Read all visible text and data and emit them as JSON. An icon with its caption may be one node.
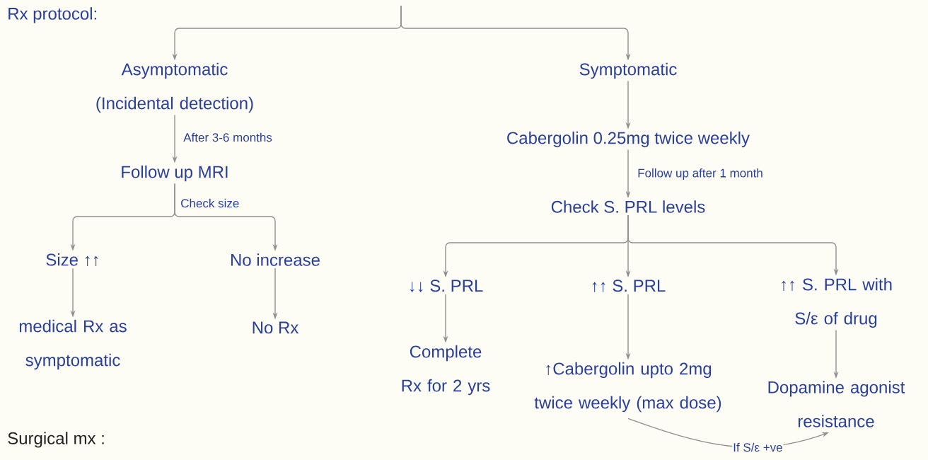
{
  "diagram": {
    "nodes": [
      {
        "text": [
          "Asymptomatic (Incidental detection)"
        ]
      },
      {
        "text": [
          "Symptomatic"
        ]
      },
      {
        "text": [
          "Follow up MRI"
        ]
      },
      {
        "text": [
          "Cabergolin 0.25mg twice weekly"
        ]
      },
      {
        "text": [
          "Check S. PRL levels"
        ]
      },
      {
        "text": [
          "Size ↑↑"
        ]
      },
      {
        "text": [
          "No increase"
        ]
      },
      {
        "text": [
          "medical Rx as symptomatic"
        ]
      },
      {
        "text": [
          "No Rx"
        ]
      },
      {
        "text": [
          "↓↓ S. PRL"
        ]
      },
      {
        "text": [
          "↑↑ S. PRL"
        ]
      },
      {
        "text": [
          "↑↑ S. PRL with S/ε of drug"
        ]
      },
      {
        "text": [
          "Complete Rx for 2 yrs"
        ]
      },
      {
        "text": [
          "↑Cabergolin upto 2mg twice weekly (max dose)"
        ]
      },
      {
        "text": [
          "Dopamine agonist resistance"
        ]
      }
    ],
    "edges": [
      {
        "from": null,
        "to": 0,
        "arrow": "to"
      },
      {
        "from": null,
        "to": 1,
        "arrow": "to"
      },
      {
        "from": 0,
        "to": 2,
        "arrow": "to",
        "label": "After 3-6 months"
      },
      {
        "from": 2,
        "to": 5,
        "arrow": "to",
        "label": "Check size"
      },
      {
        "from": 2,
        "to": 6,
        "arrow": "to"
      },
      {
        "from": 5,
        "to": 7,
        "arrow": "to"
      },
      {
        "from": 6,
        "to": 8,
        "arrow": "to"
      },
      {
        "from": 1,
        "to": 3,
        "arrow": "to"
      },
      {
        "from": 3,
        "to": 4,
        "arrow": "to",
        "label": "Follow up after 1 month"
      },
      {
        "from": 4,
        "to": 9,
        "arrow": "to"
      },
      {
        "from": 4,
        "to": 10,
        "arrow": "to"
      },
      {
        "from": 4,
        "to": 11,
        "arrow": "to"
      },
      {
        "from": 9,
        "to": 12,
        "arrow": "to"
      },
      {
        "from": 10,
        "to": 13,
        "arrow": "to"
      },
      {
        "from": 11,
        "to": 14,
        "arrow": "to"
      },
      {
        "from": 13,
        "to": 14,
        "arrow": "to",
        "label": "If S/ε +ve"
      }
    ],
    "labels": [
      "Rx protocol:",
      "Surgical mx :"
    ]
  }
}
